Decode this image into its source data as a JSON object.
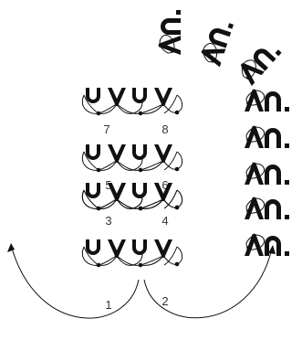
{
  "figure": {
    "left_pairs": [
      {
        "a": "7",
        "b": "8"
      },
      {
        "a": "5",
        "b": "6"
      },
      {
        "a": "3",
        "b": "4"
      },
      {
        "a": "1",
        "b": "2"
      }
    ],
    "right_column_count": 5,
    "fallen_count": 3
  }
}
